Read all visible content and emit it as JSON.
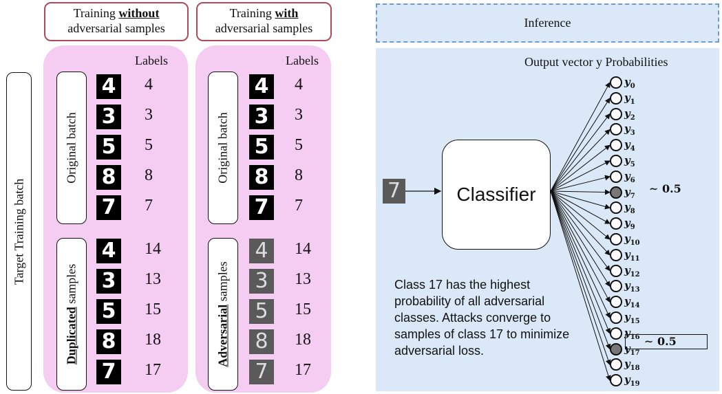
{
  "left": {
    "side_label": "Target Training batch",
    "without": {
      "title_pre": "Training ",
      "title_bold": "without",
      "title_post": "adversarial samples",
      "labels_header": "Labels",
      "group1_label": "Original batch",
      "group2_bold": "Duplicated",
      "group2_rest": " samples",
      "digits": [
        "4",
        "3",
        "5",
        "8",
        "7",
        "4",
        "3",
        "5",
        "8",
        "7"
      ],
      "labels": [
        "4",
        "3",
        "5",
        "8",
        "7",
        "14",
        "13",
        "15",
        "18",
        "17"
      ]
    },
    "with": {
      "title_pre": "Training ",
      "title_bold": "with",
      "title_post": "adversarial samples",
      "labels_header": "Labels",
      "group1_label": "Original batch",
      "group2_bold": "Adversarial",
      "group2_rest": " samples",
      "digits": [
        "4",
        "3",
        "5",
        "8",
        "7",
        "4",
        "3",
        "5",
        "8",
        "7"
      ],
      "labels": [
        "4",
        "3",
        "5",
        "8",
        "7",
        "14",
        "13",
        "15",
        "18",
        "17"
      ]
    }
  },
  "right": {
    "header": "Inference",
    "input_digit": "7",
    "classifier_label": "Classifier",
    "output_header": "Output vector y",
    "prob_header": "Probabilities",
    "outputs": [
      "0",
      "1",
      "2",
      "3",
      "4",
      "5",
      "6",
      "7",
      "8",
      "9",
      "10",
      "11",
      "12",
      "13",
      "14",
      "15",
      "16",
      "17",
      "18",
      "19"
    ],
    "highlighted": [
      7,
      17
    ],
    "prob_7": "∼ 0.5",
    "prob_17": "∼ 0.5",
    "note": "Class 17 has the highest probability of all adversarial classes. Attacks converge to samples of class 17 to minimize adversarial loss."
  }
}
